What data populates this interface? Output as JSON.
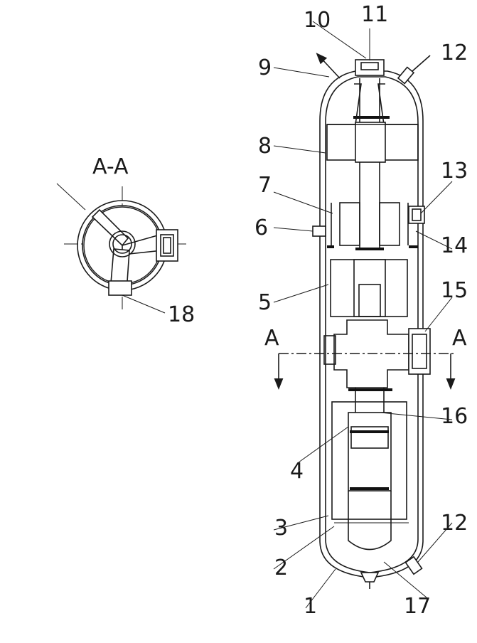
{
  "section_label": "A-A",
  "section_marks": [
    "A",
    "A"
  ],
  "callouts": [
    "1",
    "2",
    "3",
    "4",
    "5",
    "6",
    "7",
    "8",
    "9",
    "10",
    "11",
    "12",
    "12",
    "13",
    "14",
    "15",
    "16",
    "17",
    "18"
  ]
}
